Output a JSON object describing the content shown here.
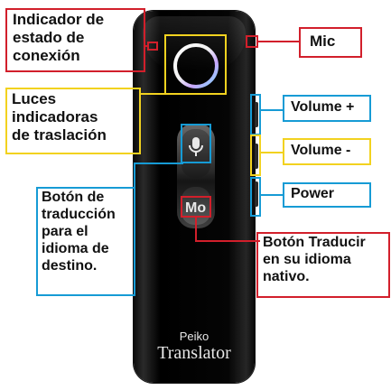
{
  "labels": {
    "connection_status": [
      "Indicador de",
      "estado de",
      "conexión"
    ],
    "mic": "Mic",
    "light_indicators": [
      "Luces",
      "indicadoras",
      "de traslación"
    ],
    "volume_up": "Volume +",
    "volume_down": "Volume -",
    "power": "Power",
    "target_language_button": [
      "Botón de",
      "traducción",
      "para el",
      "idioma de",
      "destino."
    ],
    "native_language_button": [
      "Botón Traducir",
      "en su idioma",
      "nativo."
    ]
  },
  "device": {
    "brand_line1": "Peiko",
    "brand_line2": "Translator",
    "button_bottom_text": "Mo"
  },
  "colors": {
    "red": "#d21f2b",
    "blue": "#169bd5",
    "yellow": "#f2d21f",
    "device": "#000000"
  }
}
